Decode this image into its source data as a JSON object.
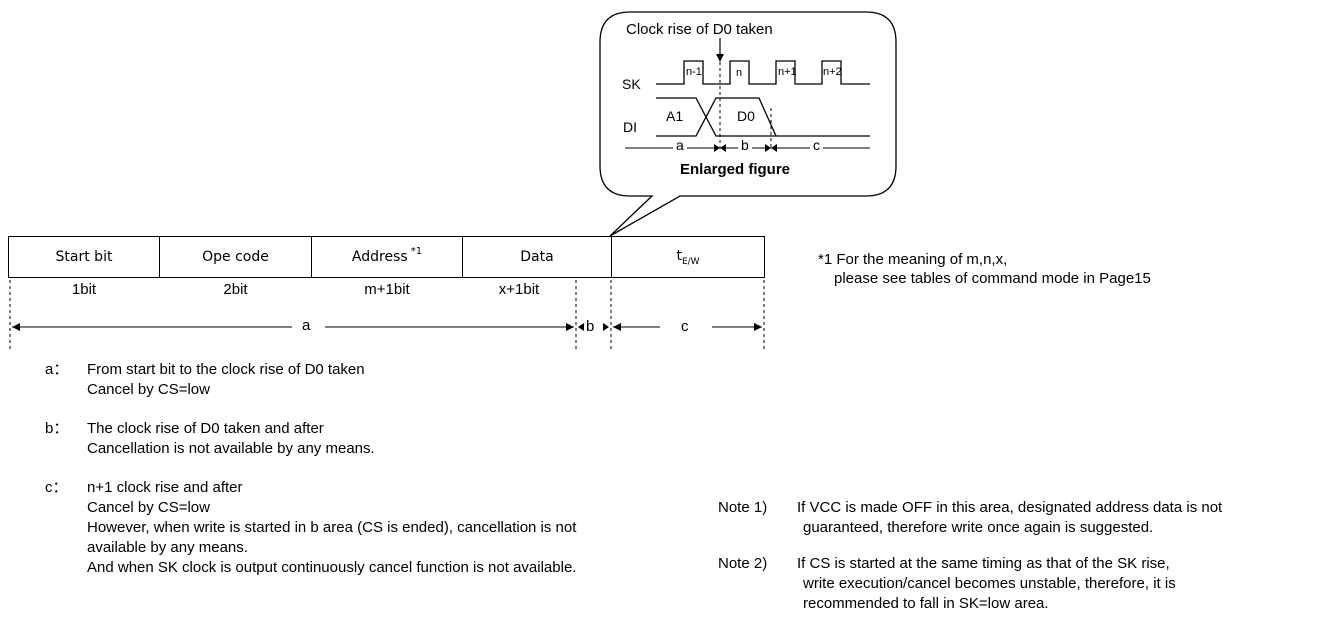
{
  "enlarged": {
    "callout_title": "Clock rise of D0 taken",
    "sk_label": "SK",
    "di_label": "DI",
    "pulses": [
      "n-1",
      "n",
      "n+1",
      "n+2"
    ],
    "di_a1": "A1",
    "di_d0": "D0",
    "seg_a": "a",
    "seg_b": "b",
    "seg_c": "c",
    "caption": "Enlarged figure"
  },
  "frame": {
    "cells": [
      {
        "label": "Start bit",
        "sup": "",
        "bits": "1bit"
      },
      {
        "label": "Ope code",
        "sup": "",
        "bits": "2bit"
      },
      {
        "label": "Address",
        "sup": "*1",
        "bits": "m+1bit"
      },
      {
        "label": "Data",
        "sup": "",
        "bits": "x+1bit"
      }
    ],
    "tew_main": "t",
    "tew_sub": "E/W",
    "range_a": "a",
    "range_b": "b",
    "range_c": "c"
  },
  "footnote": {
    "line1": "*1 For the meaning of m,n,x,",
    "line2": "please see tables of command mode in Page15"
  },
  "descriptions": [
    {
      "key": "a：",
      "lines": [
        "From start bit to the clock rise of D0 taken",
        "Cancel by CS=low"
      ]
    },
    {
      "key": "b：",
      "lines": [
        "The clock rise of D0 taken and after",
        "Cancellation is not available by any means."
      ]
    },
    {
      "key": "c：",
      "lines": [
        "n+1 clock rise and after",
        "Cancel by CS=low",
        "However, when write is started in b area (CS is ended), cancellation is not",
        "available by any means.",
        "And when SK clock is output continuously cancel function is not available."
      ]
    }
  ],
  "notes": [
    {
      "label": "Note 1)",
      "lines": [
        "If VCC is made OFF in this area, designated address data is not",
        "guaranteed, therefore write once again is suggested."
      ]
    },
    {
      "label": "Note 2)",
      "lines": [
        "If CS is started at the same timing as that of the SK rise,",
        "write execution/cancel becomes unstable, therefore, it is",
        "recommended to fall in SK=low area."
      ]
    }
  ]
}
